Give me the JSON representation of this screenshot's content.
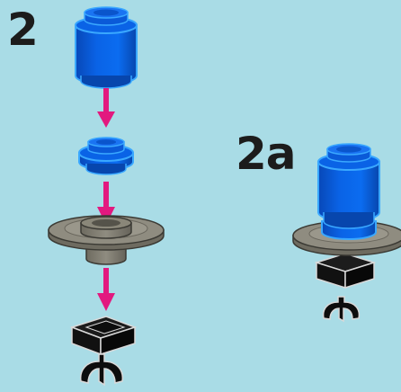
{
  "steps": {
    "main_label": "2",
    "sub_label": "2a"
  },
  "colors": {
    "background": "#a9dce6",
    "brick_blue": "#0a63e6",
    "brick_blue_dark": "#0848b8",
    "brick_blue_light": "#4a9cff",
    "arrow_magenta": "#e2197f",
    "plate_grey": "#8a8779",
    "plate_grey_dark": "#5f5c51",
    "clip_black": "#101010"
  },
  "parts": [
    {
      "name": "round-brick-2x2",
      "color": "blue"
    },
    {
      "name": "round-plate-2x2",
      "color": "blue"
    },
    {
      "name": "round-dish-4x4",
      "color": "dark-grey"
    },
    {
      "name": "plate-clip-vertical",
      "color": "black"
    }
  ]
}
